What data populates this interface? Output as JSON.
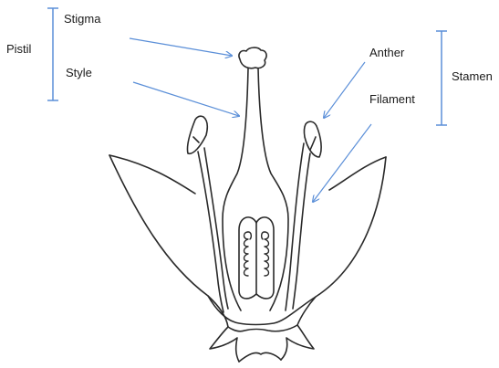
{
  "labels": {
    "stigma": "Stigma",
    "style": "Style",
    "pistil": "Pistil",
    "anther": "Anther",
    "filament": "Filament",
    "stamen": "Stamen"
  },
  "colors": {
    "annotation": "#5b8fd8",
    "outline": "#2a2a2a",
    "background": "#ffffff"
  }
}
